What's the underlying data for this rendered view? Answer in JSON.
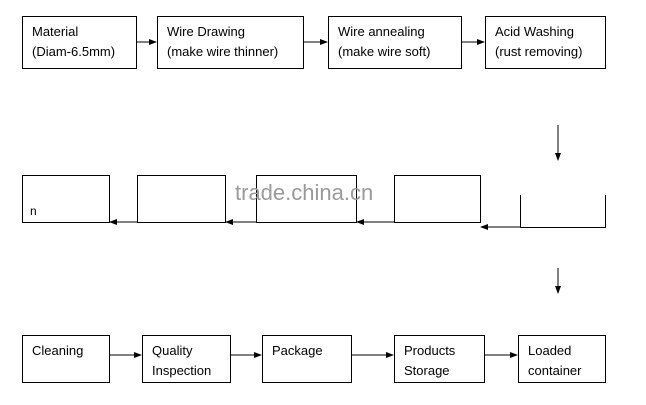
{
  "steps_top": [
    {
      "line1": "Material",
      "line2": "(Diam-6.5mm)"
    },
    {
      "line1": "Wire Drawing",
      "line2": "(make wire thinner)"
    },
    {
      "line1": "Wire annealing",
      "line2": "(make wire soft)"
    },
    {
      "line1": "Acid Washing",
      "line2": "(rust removing)"
    }
  ],
  "middle_fragment": "n",
  "watermark": "trade.china.cn",
  "steps_bottom": [
    {
      "line1": "Cleaning",
      "line2": ""
    },
    {
      "line1": "Quality",
      "line2": "Inspection"
    },
    {
      "line1": "Package",
      "line2": ""
    },
    {
      "line1": "Products",
      "line2": "Storage"
    },
    {
      "line1": "Loaded",
      "line2": "container"
    }
  ]
}
